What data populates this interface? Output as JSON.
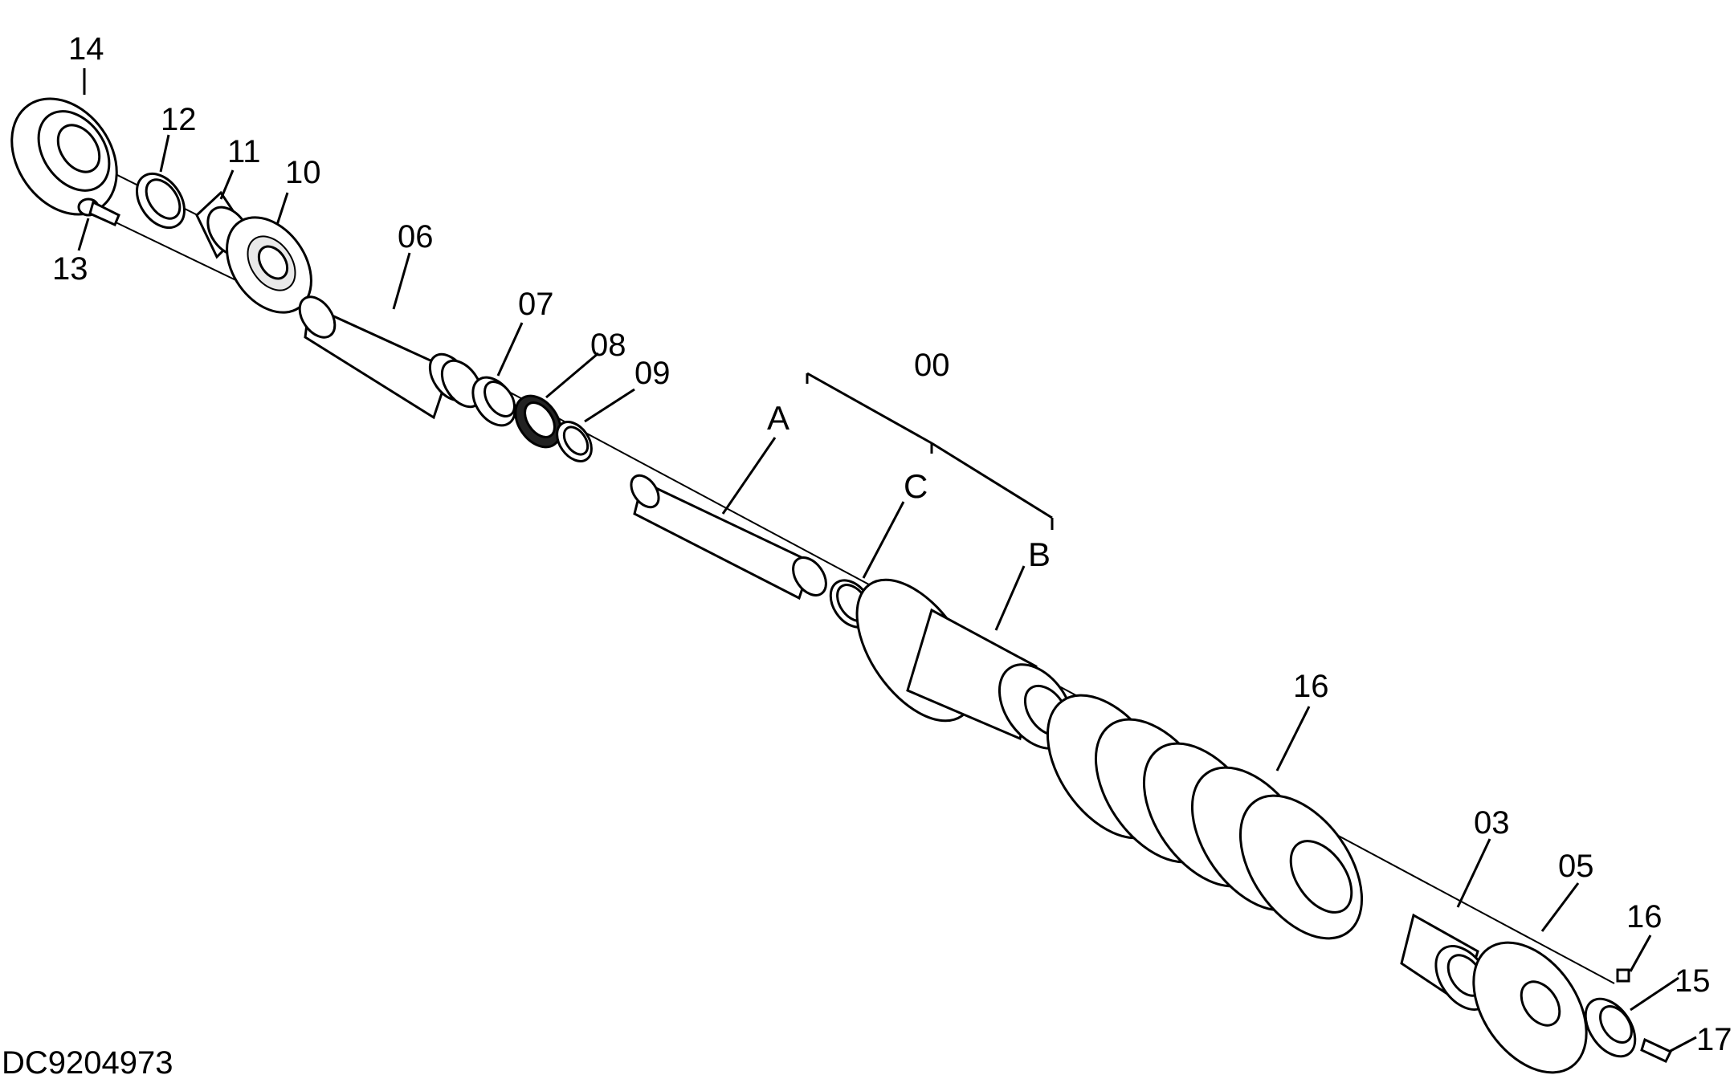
{
  "drawing_code": "DC9204973",
  "callouts": [
    {
      "key": "p14",
      "text": "14"
    },
    {
      "key": "p12",
      "text": "12"
    },
    {
      "key": "p11",
      "text": "11"
    },
    {
      "key": "p10",
      "text": "10"
    },
    {
      "key": "p13",
      "text": "13"
    },
    {
      "key": "p06",
      "text": "06"
    },
    {
      "key": "p07",
      "text": "07"
    },
    {
      "key": "p08",
      "text": "08"
    },
    {
      "key": "p09",
      "text": "09"
    },
    {
      "key": "p00",
      "text": "00"
    },
    {
      "key": "pA",
      "text": "A"
    },
    {
      "key": "pC",
      "text": "C"
    },
    {
      "key": "pB",
      "text": "B"
    },
    {
      "key": "p16a",
      "text": "16"
    },
    {
      "key": "p03",
      "text": "03"
    },
    {
      "key": "p05",
      "text": "05"
    },
    {
      "key": "p16b",
      "text": "16"
    },
    {
      "key": "p15",
      "text": "15"
    },
    {
      "key": "p17",
      "text": "17"
    }
  ]
}
